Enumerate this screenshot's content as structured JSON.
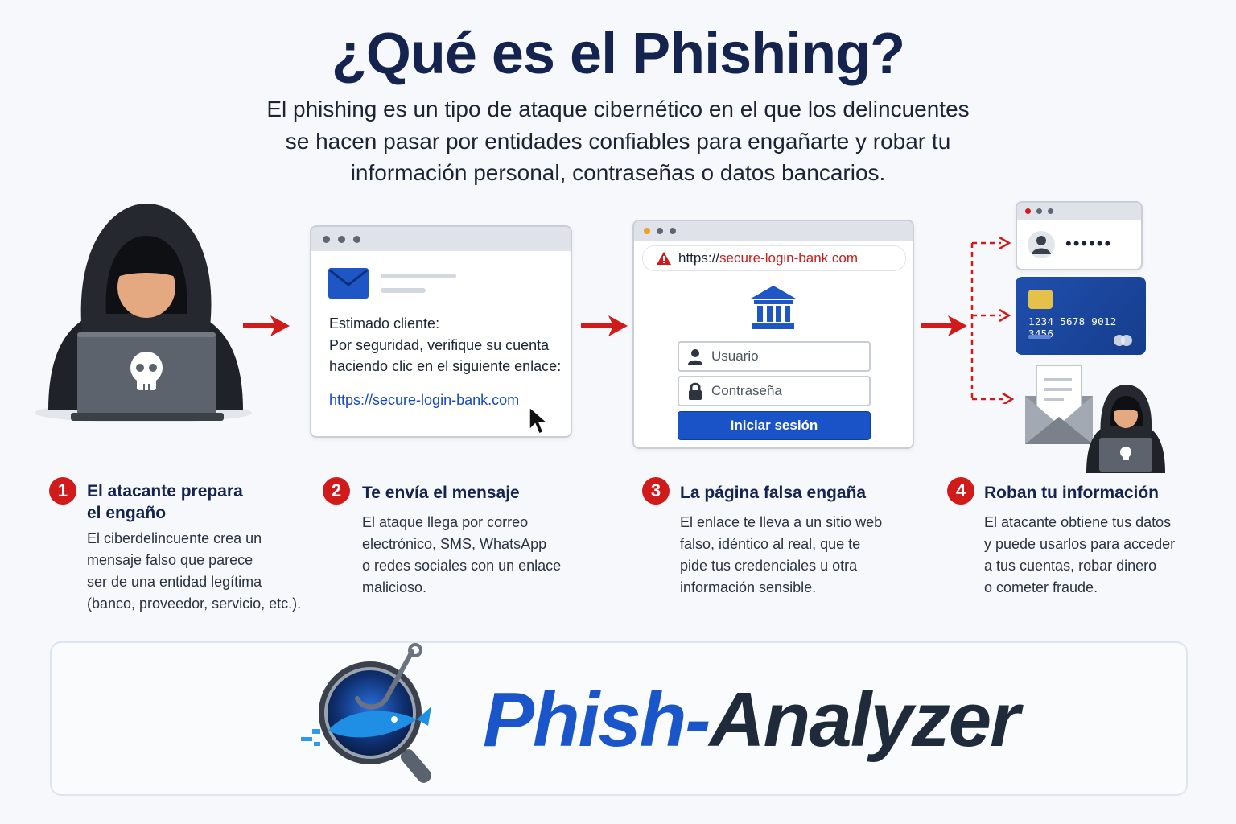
{
  "header": {
    "title": "¿Qué es el Phishing?",
    "intro": [
      "El phishing es un tipo de ataque cibernético en el que los delincuentes",
      "se hacen pasar por entidades confiables para engañarte y robar tu",
      "información personal, contraseñas o datos bancarios."
    ]
  },
  "email": {
    "greeting": "Estimado cliente:",
    "body_line1": "Por seguridad, verifique su cuenta",
    "body_line2": "haciendo clic en el siguiente enlace:",
    "link": "https://secure-login-bank.com"
  },
  "browser": {
    "url_prefix": "https://",
    "url_domain": "secure-login-bank.com",
    "username_placeholder": "Usuario",
    "password_placeholder": "Contraseña",
    "login_label": "Iniciar sesión"
  },
  "stolen": {
    "password_mask": "••••••",
    "card_number": "1234  5678  9012  3456"
  },
  "steps": [
    {
      "number": "1",
      "title_lines": [
        "El atacante prepara",
        "el engaño"
      ],
      "text_lines": [
        "El ciberdelincuente crea un",
        "mensaje falso que parece",
        "ser de una entidad legítima",
        "(banco, proveedor, servicio, etc.)."
      ]
    },
    {
      "number": "2",
      "title_lines": [
        "Te envía el mensaje"
      ],
      "text_lines": [
        "El ataque llega por correo",
        "electrónico, SMS, WhatsApp",
        "o redes sociales con un enlace",
        "malicioso."
      ]
    },
    {
      "number": "3",
      "title_lines": [
        "La página falsa engaña"
      ],
      "text_lines": [
        "El enlace te lleva a un sitio web",
        "falso, idéntico al real, que te",
        "pide tus credenciales u otra",
        "información sensible."
      ]
    },
    {
      "number": "4",
      "title_lines": [
        "Roban tu información"
      ],
      "text_lines": [
        "El atacante obtiene tus datos",
        "y puede usarlos para acceder",
        "a tus cuentas, robar dinero",
        "o cometer fraude."
      ]
    }
  ],
  "brand": {
    "name_part1": "Phish-",
    "name_part2": "Analyzer"
  },
  "colors": {
    "title": "#14244f",
    "accent_red": "#d11a1a",
    "link_blue": "#1747c9",
    "brand_blue": "#1a56c9",
    "button_blue": "#1a53c7"
  },
  "icons": [
    "hacker-icon",
    "skull-icon",
    "arrow-right-icon",
    "envelope-icon",
    "mouse-cursor-icon",
    "warning-icon",
    "bank-icon",
    "user-icon",
    "lock-icon",
    "credit-card-icon",
    "magnifier-fish-logo-icon"
  ]
}
